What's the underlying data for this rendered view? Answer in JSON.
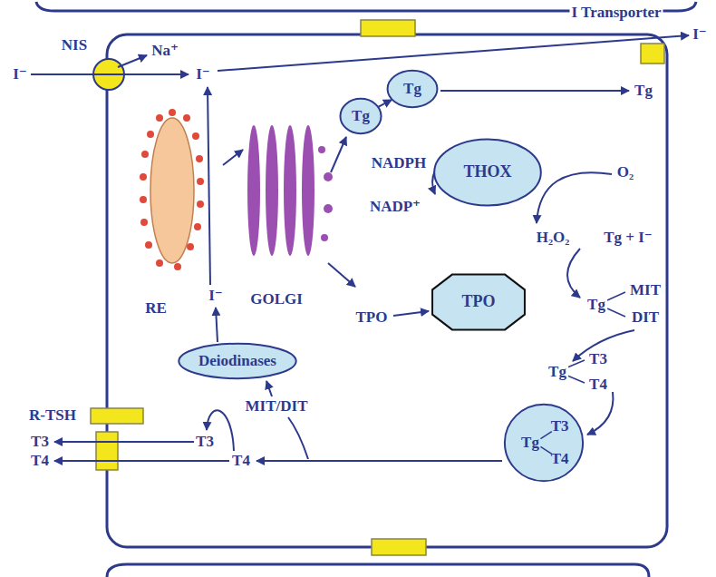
{
  "diagram": {
    "nodes": [
      {
        "text": [
          "Tg"
        ]
      },
      {
        "text": [
          "Tg"
        ]
      },
      {
        "text": [
          "THOX"
        ]
      },
      {
        "text": [
          "TPO"
        ]
      },
      {
        "text": [
          "Deiodinases"
        ]
      },
      {
        "text": [
          "Tg",
          "T3",
          "T4"
        ]
      }
    ],
    "edges": [
      {
        "from": 0,
        "to": 1,
        "arrow": "to"
      }
    ],
    "labels": [
      "NIS",
      "I⁻",
      "Na⁺",
      "I⁻",
      "I Transporter",
      "I⁻",
      "Tg",
      "NADPH",
      "O₂",
      "NADP⁺",
      "H₂O₂",
      "Tg + I⁻",
      "I⁻",
      "GOLGI",
      "RE",
      "TPO",
      "Tg",
      "MIT",
      "DIT",
      "Tg",
      "T3",
      "T4",
      "MIT/DIT",
      "R-TSH",
      "T3",
      "T3",
      "T4",
      "T4"
    ]
  }
}
